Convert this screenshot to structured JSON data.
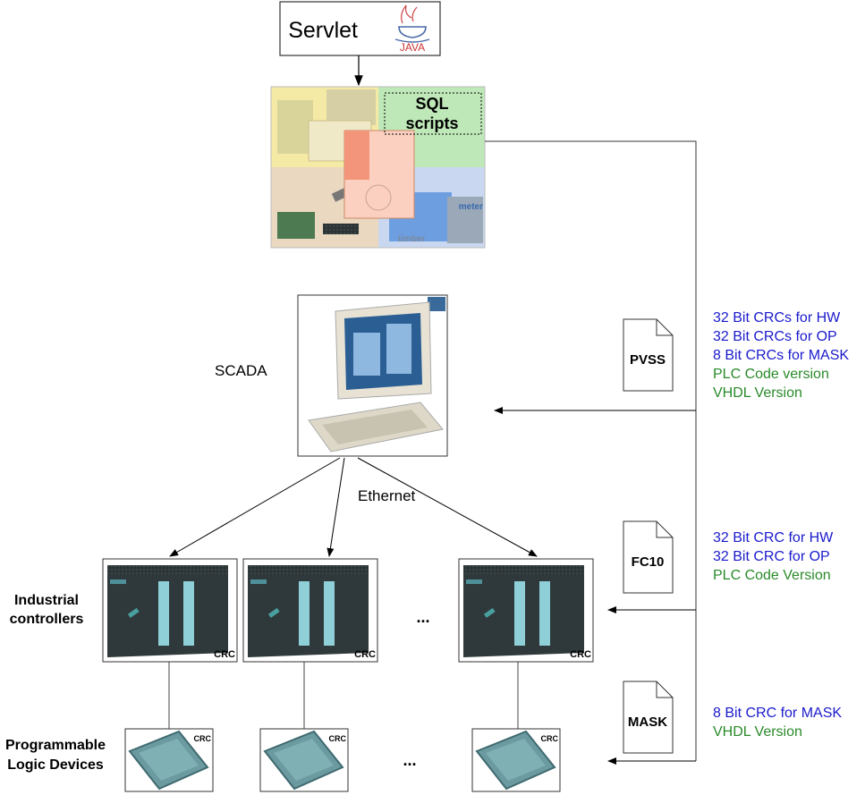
{
  "servlet": {
    "label": "Servlet",
    "logo_text": "JAVA"
  },
  "sql": {
    "label_line1": "SQL",
    "label_line2": "scripts",
    "logo_meter": "meter",
    "logo_timber": "timber"
  },
  "scada": {
    "label": "SCADA"
  },
  "network": {
    "label": "Ethernet"
  },
  "rows": {
    "controllers_line1": "Industrial",
    "controllers_line2": "controllers",
    "pld_line1": "Programmable",
    "pld_line2": "Logic Devices",
    "ellipsis": "..."
  },
  "crc_tag": "CRC",
  "docs": [
    {
      "label": "PVSS",
      "lines": [
        {
          "text": "32 Bit CRCs for HW",
          "color": "#1a1acc"
        },
        {
          "text": "32 Bit CRCs for OP",
          "color": "#1a1acc"
        },
        {
          "text": "8 Bit CRCs for MASK",
          "color": "#1a1acc"
        },
        {
          "text": "PLC Code version",
          "color": "#2a8a2a"
        },
        {
          "text": "VHDL Version",
          "color": "#2a8a2a"
        }
      ]
    },
    {
      "label": "FC10",
      "lines": [
        {
          "text": "32 Bit CRC for HW",
          "color": "#1a1acc"
        },
        {
          "text": "32 Bit CRC for OP",
          "color": "#1a1acc"
        },
        {
          "text": "PLC Code Version",
          "color": "#2a8a2a"
        }
      ]
    },
    {
      "label": "MASK",
      "lines": [
        {
          "text": "8 Bit CRC for MASK",
          "color": "#1a1acc"
        },
        {
          "text": "VHDL Version",
          "color": "#2a8a2a"
        }
      ]
    }
  ]
}
